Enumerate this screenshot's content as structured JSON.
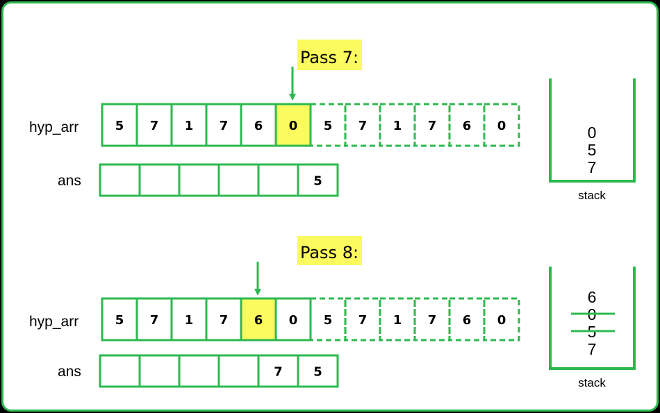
{
  "colors": {
    "green": "#2db84f",
    "highlight": "#fbfa5e",
    "frame_bg": "#ffffff",
    "outer_bg": "#000000"
  },
  "passes": [
    {
      "title": "Pass 7:",
      "hyp_arr_label": "hyp_arr",
      "ans_label": "ans",
      "hyp_arr": [
        "5",
        "7",
        "1",
        "7",
        "6",
        "0",
        "5",
        "7",
        "1",
        "7",
        "6",
        "0"
      ],
      "solid_count": 6,
      "highlight_index": 5,
      "arrow_index": 5,
      "ans": [
        "",
        "",
        "",
        "",
        "",
        "5"
      ],
      "stack": {
        "values": [
          "0",
          "5",
          "7"
        ],
        "struck": [
          false,
          false,
          false
        ],
        "caption": "stack"
      }
    },
    {
      "title": "Pass 8:",
      "hyp_arr_label": "hyp_arr",
      "ans_label": "ans",
      "hyp_arr": [
        "5",
        "7",
        "1",
        "7",
        "6",
        "0",
        "5",
        "7",
        "1",
        "7",
        "6",
        "0"
      ],
      "solid_count": 6,
      "highlight_index": 4,
      "arrow_index": 4,
      "ans": [
        "",
        "",
        "",
        "",
        "7",
        "5"
      ],
      "stack": {
        "values": [
          "6",
          "0",
          "5",
          "7"
        ],
        "struck": [
          false,
          true,
          true,
          false
        ],
        "caption": "stack"
      }
    }
  ]
}
